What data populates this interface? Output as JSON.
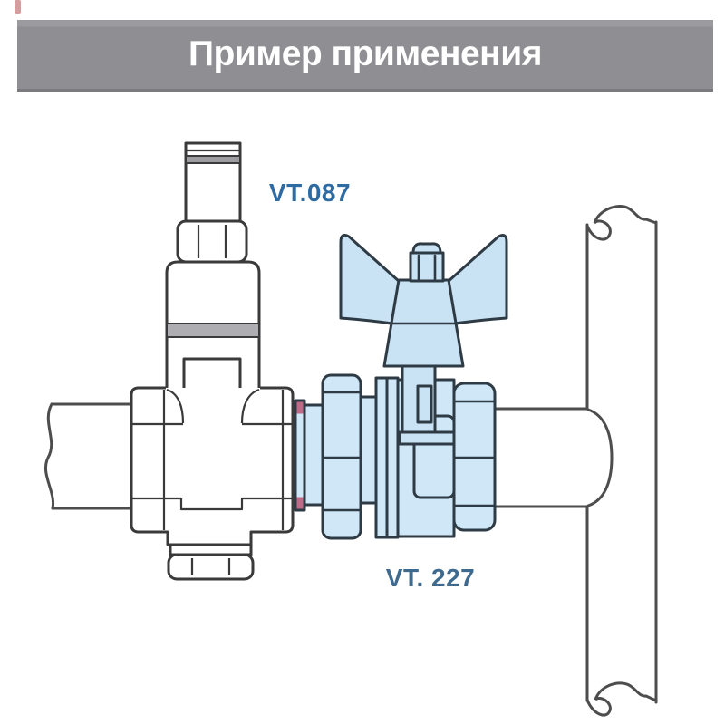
{
  "header": {
    "title": "Пример применения"
  },
  "diagram": {
    "labels": [
      {
        "id": "vt087",
        "text": "VT.087",
        "color": "#2f6ba3"
      },
      {
        "id": "vt227",
        "text": "VT. 227",
        "color": "#3f6a8f"
      }
    ],
    "colors": {
      "header_bar": "#8f8f93",
      "header_bar_light": "#9b9b9f",
      "header_bar_edge": "#7b7b7f",
      "header_text": "#ffffff",
      "corner_mark": "#b04e4e",
      "valve_fill": "#cfe7f6",
      "handle_fill": "#c9e3f4",
      "valve_outline": "#2e3b45",
      "pipe_outline": "#4d4d4d",
      "reducer_outline": "#3a3a3a",
      "gasket_pink": "#bd6b86",
      "band_gray": "#aeaeb2",
      "screw_band_gray": "#9d9da1"
    },
    "components": [
      {
        "name": "supply-pipe-left",
        "kind": "pipe-with-break-symbol"
      },
      {
        "name": "pressure-reducing-valve",
        "label_ref": "vt087"
      },
      {
        "name": "union-gasket",
        "kind": "seal"
      },
      {
        "name": "ball-valve-butterfly-handle",
        "label_ref": "vt227"
      },
      {
        "name": "riser-pipe-right",
        "kind": "pipe-with-break-symbols"
      }
    ]
  }
}
